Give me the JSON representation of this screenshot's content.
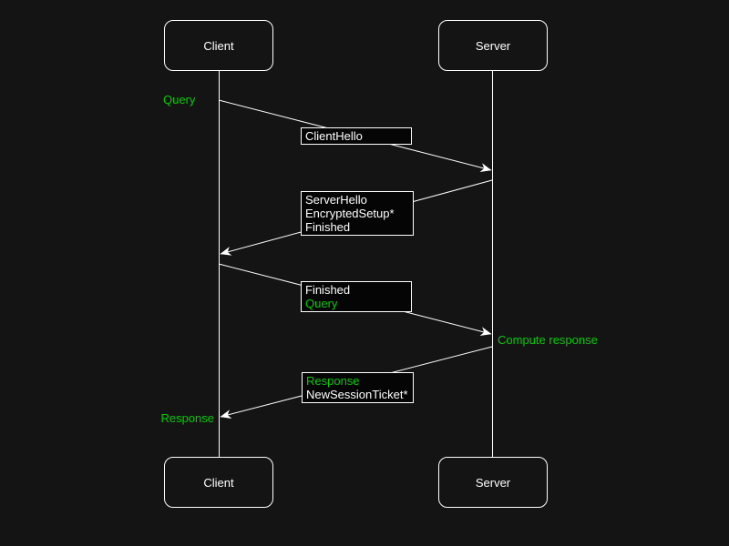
{
  "diagram": {
    "type": "sequence-diagram",
    "colors": {
      "background": "#141414",
      "stroke": "#ffffff",
      "text_default": "#ffffff",
      "annotation_green": "#00cc00",
      "label_box_fill": "#050505"
    },
    "actors": [
      {
        "id": "client",
        "label": "Client"
      },
      {
        "id": "server",
        "label": "Server"
      }
    ],
    "annotations": [
      {
        "text": "Query",
        "side": "left-of-client",
        "color": "green"
      },
      {
        "text": "Compute response",
        "side": "right-of-server",
        "color": "green"
      },
      {
        "text": "Response",
        "side": "left-of-client",
        "color": "green"
      }
    ],
    "messages": [
      {
        "from": "client",
        "to": "server",
        "lines": [
          {
            "text": "ClientHello",
            "color": "white"
          }
        ]
      },
      {
        "from": "server",
        "to": "client",
        "lines": [
          {
            "text": "ServerHello",
            "color": "white"
          },
          {
            "text": "EncryptedSetup*",
            "color": "white"
          },
          {
            "text": "Finished",
            "color": "white"
          }
        ]
      },
      {
        "from": "client",
        "to": "server",
        "lines": [
          {
            "text": "Finished",
            "color": "white"
          },
          {
            "text": "Query",
            "color": "green"
          }
        ]
      },
      {
        "from": "server",
        "to": "client",
        "lines": [
          {
            "text": "Response",
            "color": "green"
          },
          {
            "text": "NewSessionTicket*",
            "color": "white"
          }
        ]
      }
    ]
  }
}
